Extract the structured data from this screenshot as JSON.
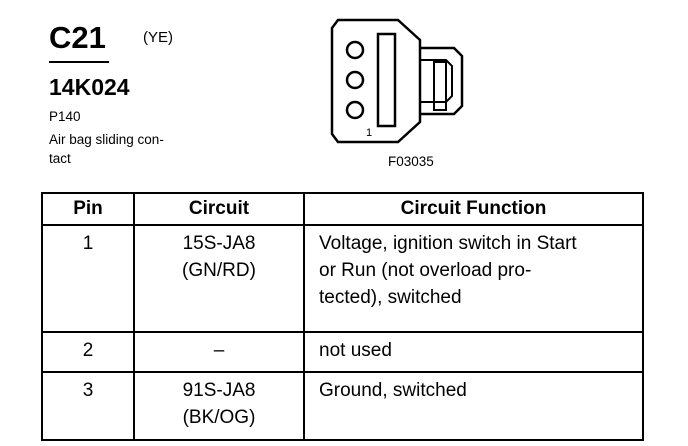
{
  "header": {
    "connector_id": "C21",
    "color_code": "(YE)",
    "part_number": "14K024",
    "position_code": "P140",
    "description": "Air bag sliding con-\ntact"
  },
  "figure": {
    "pin_label": "1",
    "figure_id": "F03035"
  },
  "table": {
    "headers": [
      "Pin",
      "Circuit",
      "Circuit Function"
    ],
    "rows": [
      {
        "pin": "1",
        "circuit": "15S-JA8\n(GN/RD)",
        "function": "Voltage, ignition switch in Start\nor Run (not overload pro-\ntected), switched"
      },
      {
        "pin": "2",
        "circuit": "–",
        "function": "not used"
      },
      {
        "pin": "3",
        "circuit": "91S-JA8\n(BK/OG)",
        "function": "Ground, switched"
      }
    ]
  }
}
